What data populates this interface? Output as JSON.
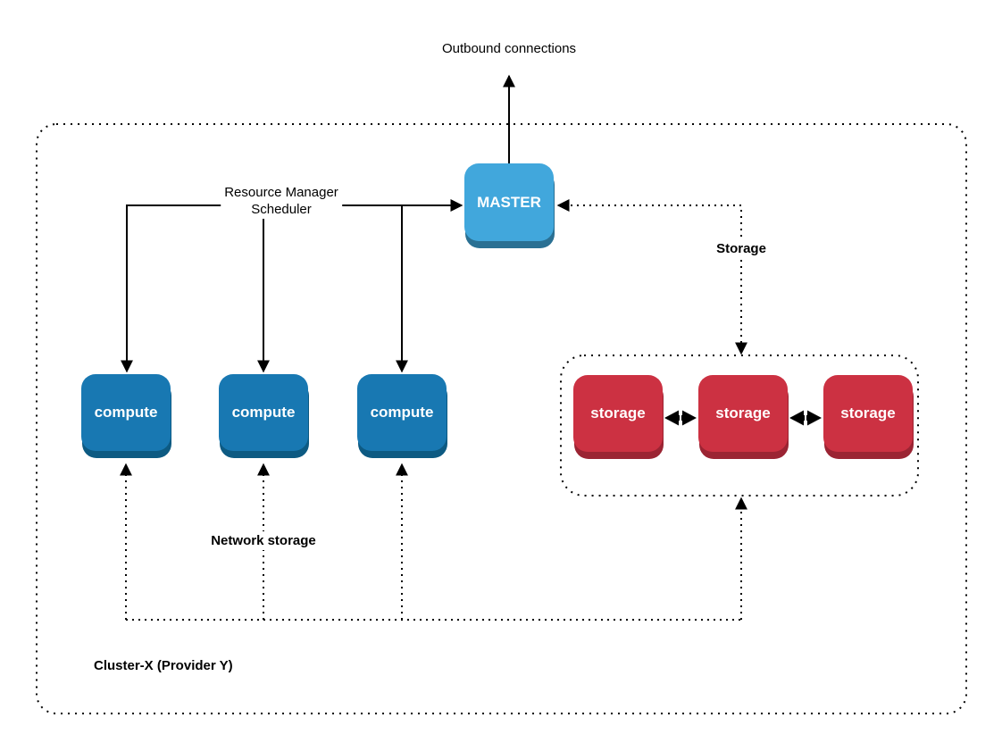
{
  "diagram": {
    "outbound_label": "Outbound connections",
    "resource_manager_label": "Resource Manager\nScheduler",
    "storage_edge_label": "Storage",
    "network_storage_label": "Network storage",
    "cluster_label": "Cluster-X (Provider Y)",
    "master_label": "MASTER",
    "compute_labels": [
      "compute",
      "compute",
      "compute"
    ],
    "storage_labels": [
      "storage",
      "storage",
      "storage"
    ]
  },
  "colors": {
    "master-fill": "#41a7dc",
    "master-shadow": "#2a7093",
    "compute-fill": "#1878b2",
    "compute-shadow": "#0d5a82",
    "storage-fill": "#cc3142",
    "storage-shadow": "#9b2433",
    "line": "#000000",
    "label-text": "#000000",
    "node-text": "#ffffff",
    "canvas-bg": "#ffffff"
  }
}
